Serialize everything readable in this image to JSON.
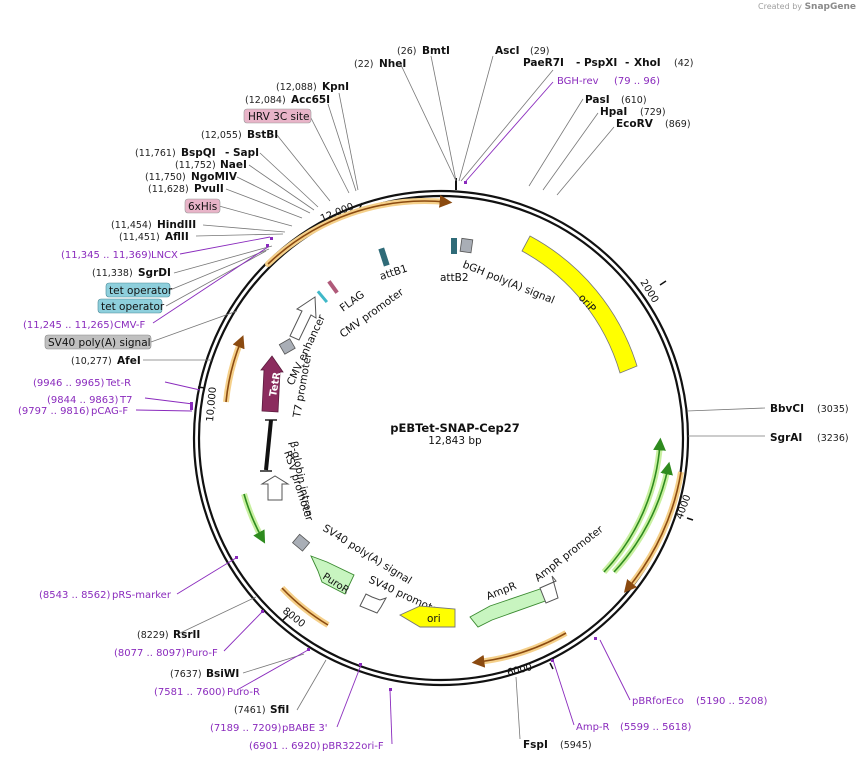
{
  "credit": {
    "prefix": "Created by",
    "brand": "SnapGene"
  },
  "plasmid": {
    "name": "pEBTet-SNAP-Cep27",
    "size": "12,843 bp"
  },
  "ticks": [
    "12,000",
    "2000",
    "4000",
    "6000",
    "8000",
    "10,000"
  ],
  "enzymes": [
    {
      "name": "BmtI",
      "pos": "(26)"
    },
    {
      "name": "NheI",
      "pos": "(22)"
    },
    {
      "name": "AscI",
      "pos": "(29)"
    },
    {
      "name": "PaeR7I",
      "pos": ""
    },
    {
      "name": "PspXI",
      "pos": ""
    },
    {
      "name": "XhoI",
      "pos": "(42)"
    },
    {
      "name": "PasI",
      "pos": "(610)"
    },
    {
      "name": "HpaI",
      "pos": "(729)"
    },
    {
      "name": "EcoRV",
      "pos": "(869)"
    },
    {
      "name": "KpnI",
      "pos": "(12,088)"
    },
    {
      "name": "Acc65I",
      "pos": "(12,084)"
    },
    {
      "name": "BstBI",
      "pos": "(12,055)"
    },
    {
      "name": "BspQI",
      "pos": "(11,761)"
    },
    {
      "name": "SapI",
      "pos": ""
    },
    {
      "name": "NaeI",
      "pos": "(11,752)"
    },
    {
      "name": "NgoMIV",
      "pos": "(11,750)"
    },
    {
      "name": "PvuII",
      "pos": "(11,628)"
    },
    {
      "name": "HindIII",
      "pos": "(11,454)"
    },
    {
      "name": "AflII",
      "pos": "(11,451)"
    },
    {
      "name": "SgrDI",
      "pos": "(11,338)"
    },
    {
      "name": "AfeI",
      "pos": "(10,277)"
    },
    {
      "name": "BbvCI",
      "pos": "(3035)"
    },
    {
      "name": "SgrAI",
      "pos": "(3236)"
    },
    {
      "name": "RsrII",
      "pos": "(8229)"
    },
    {
      "name": "BsiWI",
      "pos": "(7637)"
    },
    {
      "name": "SfiI",
      "pos": "(7461)"
    },
    {
      "name": "FspI",
      "pos": "(5945)"
    }
  ],
  "primers": [
    {
      "name": "BGH-rev",
      "range": "(79 .. 96)"
    },
    {
      "name": "LNCX",
      "range": "(11,345 .. 11,369)"
    },
    {
      "name": "CMV-F",
      "range": "(11,245 .. 11,265)"
    },
    {
      "name": "Tet-R",
      "range": "(9946 .. 9965)"
    },
    {
      "name": "T7",
      "range": "(9844 .. 9863)"
    },
    {
      "name": "pCAG-F",
      "range": "(9797 .. 9816)"
    },
    {
      "name": "pRS-marker",
      "range": "(8543 .. 8562)"
    },
    {
      "name": "Puro-F",
      "range": "(8077 .. 8097)"
    },
    {
      "name": "Puro-R",
      "range": "(7581 .. 7600)"
    },
    {
      "name": "pBABE 3'",
      "range": "(7189 .. 7209)"
    },
    {
      "name": "pBR322ori-F",
      "range": "(6901 .. 6920)"
    },
    {
      "name": "pBRforEco",
      "range": "(5190 .. 5208)"
    },
    {
      "name": "Amp-R",
      "range": "(5599 .. 5618)"
    }
  ],
  "outer_features": [
    {
      "name": "HRV 3C site"
    },
    {
      "name": "6xHis"
    },
    {
      "name": "tet operator"
    },
    {
      "name": "tet operator"
    },
    {
      "name": "SV40 poly(A) signal"
    }
  ],
  "inner_labels": {
    "attB1": "attB1",
    "attB2": "attB2",
    "bgh": "bGH poly(A) signal",
    "orip": "oriP",
    "flag": "FLAG",
    "cmv_promoter": "CMV promoter",
    "cmv_enhancer": "CMV enhancer",
    "tetr": "TetR",
    "t7": "T7 promoter",
    "betaglobin": "β-globin intron",
    "rsv": "RSV promoter",
    "sv40pa": "SV40 poly(A) signal",
    "puror": "PuroR",
    "sv40promoter": "SV40 promoter",
    "ori": "ori",
    "ampr": "AmpR",
    "ampr_promoter": "AmpR promoter"
  },
  "colors": {
    "primer": "#8a2bbd",
    "orip": "#ffff00",
    "tetr": "#8b2c5e",
    "puror": "#c8f5c0",
    "ampr": "#c8f5c0",
    "orf_green": "#2e8b1e",
    "orf_orange": "#c47a1a",
    "tet_operator": "#8ecfdc",
    "misc_pink": "#e8b4c8",
    "polyA_gray": "#c0c0c0"
  }
}
